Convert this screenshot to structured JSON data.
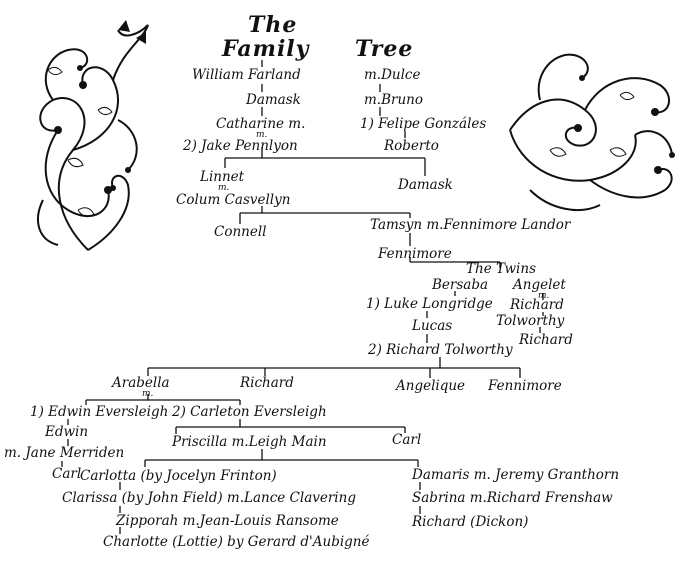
{
  "title": {
    "the": "The",
    "family": "Family",
    "tree": "Tree"
  },
  "people": {
    "william_farland": "William Farland",
    "m_dulce": "m.Dulce",
    "damask_1": "Damask",
    "m_bruno": "m.Bruno",
    "catharine": "Catharine m.",
    "m_small_1": "m.",
    "jake_pennlyon": "2) Jake Pennlyon",
    "felipe_gonzales": "1) Felipe Gonzáles",
    "roberto": "Roberto",
    "linnet": "Linnet",
    "m_small_2": "m.",
    "colum_casvellyn": "Colum Casvellyn",
    "damask_2": "Damask",
    "connell": "Connell",
    "tamsyn": "Tamsyn m.Fennimore Landor",
    "fennimore_1": "Fennimore",
    "the_twins": "The Twins",
    "bersaba": "Bersaba",
    "angelet": "Angelet",
    "m_small_3": "m.",
    "luke_longridge": "1) Luke Longridge",
    "richard_1": "Richard",
    "lucas": "Lucas",
    "tolworthy_1": "Tolworthy",
    "richard_2": "Richard",
    "richard_tolworthy": "2) Richard Tolworthy",
    "arabella": "Arabella",
    "m_small_4": "m.",
    "richard_3": "Richard",
    "angelique": "Angelique",
    "fennimore_2": "Fennimore",
    "edwin_eversleigh": "1) Edwin Eversleigh",
    "carleton_eversleigh": "2) Carleton Eversleigh",
    "edwin": "Edwin",
    "jane_merriden": "m. Jane Merriden",
    "carl_1": "Carl",
    "priscilla": "Priscilla m.Leigh Main",
    "carl_2": "Carl",
    "carlotta": "Carlotta (by Jocelyn Frinton)",
    "clarissa": "Clarissa (by John Field) m.Lance Clavering",
    "zipporah": "Zipporah m.Jean-Louis Ransome",
    "charlotte": "Charlotte (Lottie) by Gerard d'Aubigné",
    "damaris": "Damaris m. Jeremy Granthorn",
    "sabrina": "Sabrina m.Richard Frenshaw",
    "richard_dickon": "Richard (Dickon)"
  }
}
